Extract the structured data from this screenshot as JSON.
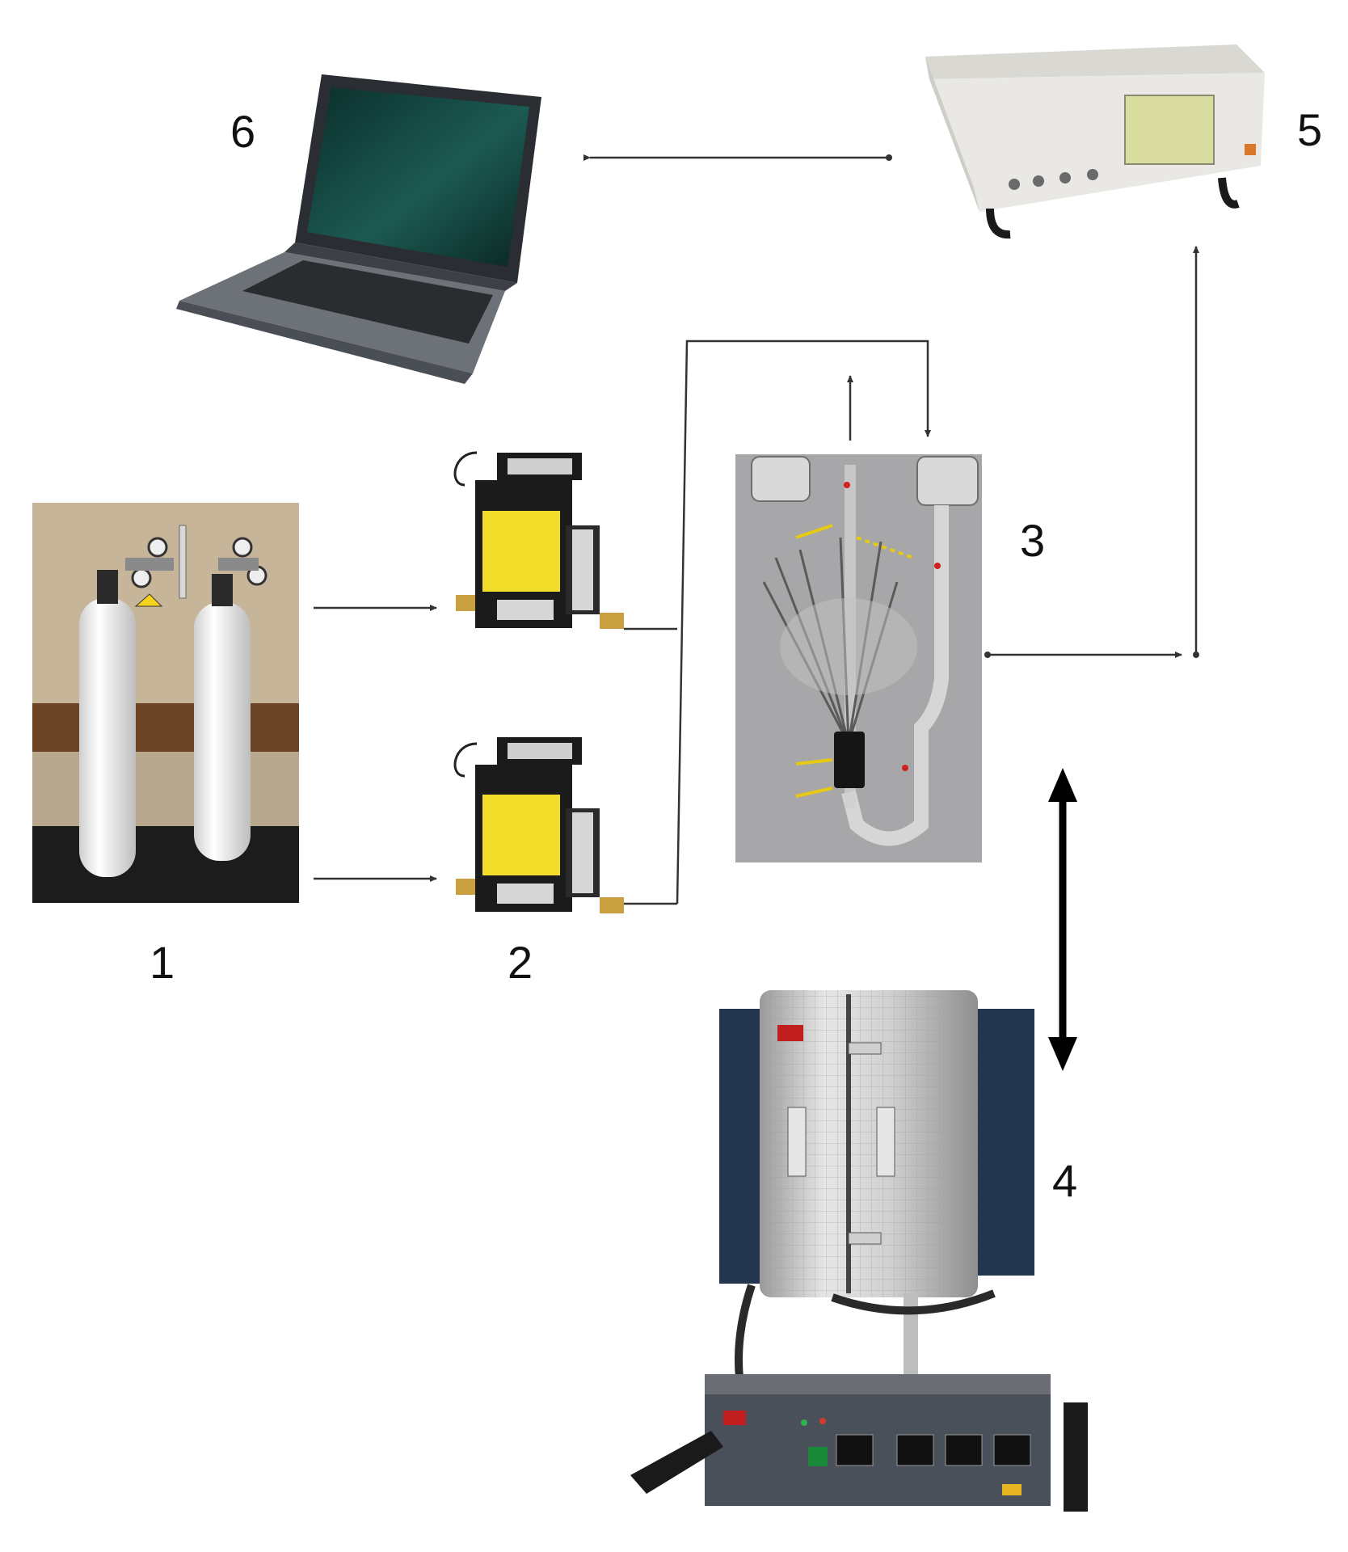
{
  "labels": {
    "gas_cylinders": "1",
    "flow_controllers": "2",
    "sensor_chamber": "3",
    "tube_furnace": "4",
    "impedance_analyzer": "5",
    "laptop": "6"
  },
  "colors": {
    "line": "#333333",
    "arrow_heavy": "#000000",
    "mfc_yellow": "#f2de2a",
    "furnace_blue": "#24364f",
    "analyzer_body": "#e9e8e4",
    "analyzer_screen": "#d8dc9e",
    "laptop_screen": "#0f3a36"
  }
}
